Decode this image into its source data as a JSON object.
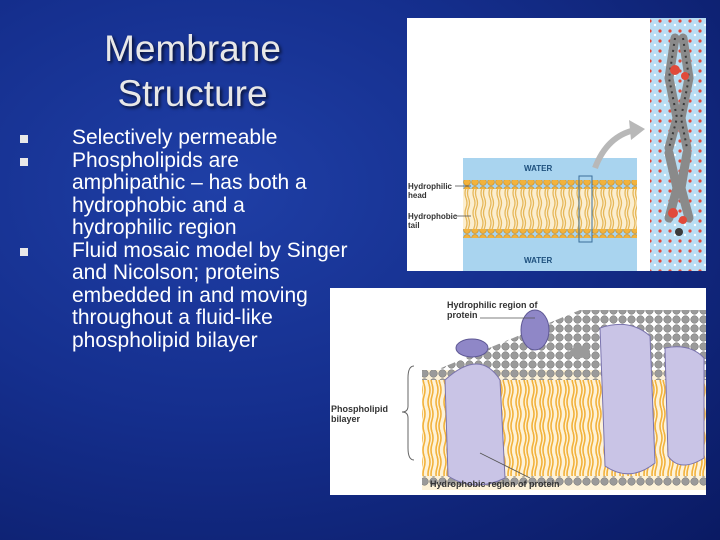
{
  "slide": {
    "title": "Membrane Structure",
    "bullets": [
      "Selectively permeable",
      "Phospholipids are amphipathic – has both a hydrophobic and a hydrophilic region",
      "Fluid mosaic model by Singer and Nicolson; proteins embedded in and moving throughout   a fluid-like phospholipid bilayer"
    ]
  },
  "figure_top": {
    "water_top": "WATER",
    "water_bottom": "WATER",
    "hydrophilic_head": "Hydrophilic head",
    "hydrophobic_tail": "Hydrophobic tail"
  },
  "figure_bottom": {
    "hydrophilic_region": "Hydrophilic region of protein",
    "phospholipid_bilayer": "Phospholipid bilayer",
    "hydrophobic_region": "Hydrophobic region of protein"
  },
  "colors": {
    "background": "#152f8e",
    "water": "#a9d4ef",
    "lipid_head": "#f2b23c",
    "protein": "#8f87c7"
  }
}
